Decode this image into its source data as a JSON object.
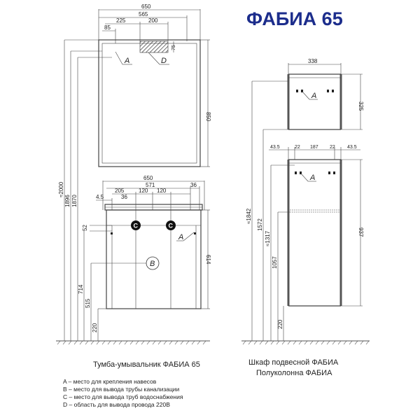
{
  "title": "ФАБИА 65",
  "mirror": {
    "dims": {
      "width": "650",
      "inner": "565",
      "left": "225",
      "opening": "200",
      "offset_left": "85",
      "offset_top": "75",
      "height": "850"
    },
    "labels": {
      "a": "A",
      "d": "D"
    }
  },
  "vanity": {
    "dims": {
      "width": "650",
      "inner": "571",
      "left": "205",
      "pipe1": "120",
      "pipe2": "120",
      "edge_right": "36",
      "edge_left": "4.5",
      "edge_left2": "36",
      "drop": "52",
      "height": "614",
      "h714": "714",
      "h515": "515",
      "h220": "220"
    },
    "labels": {
      "a": "A",
      "b": "B",
      "c1": "C",
      "c2": "C"
    }
  },
  "heights_left": {
    "h2000": "≈2000",
    "h1896": "1896",
    "h1870": "1870"
  },
  "cabinet": {
    "dims": {
      "width": "338",
      "height": "325"
    },
    "label_a": "A"
  },
  "column": {
    "dims": {
      "w1": "43.5",
      "w2": "22",
      "w3": "187",
      "w4": "22",
      "w5": "43.5",
      "height": "937",
      "h1842": "≈1842",
      "h1572": "1572",
      "h1317": "≈1317",
      "h1057": "1057",
      "h220": "220"
    },
    "label_a": "A"
  },
  "captions": {
    "vanity": "Тумба-умывальник  ФАБИА 65",
    "right_line1": "Шкаф подвесной ФАБИА",
    "right_line2": "Полуколонна ФАБИА"
  },
  "legend": [
    "A – место для крепления навесов",
    "B – место для вывода трубы канализации",
    "C – место для вывода труб водоснабжения",
    "D – область для вывода провода 220В"
  ]
}
